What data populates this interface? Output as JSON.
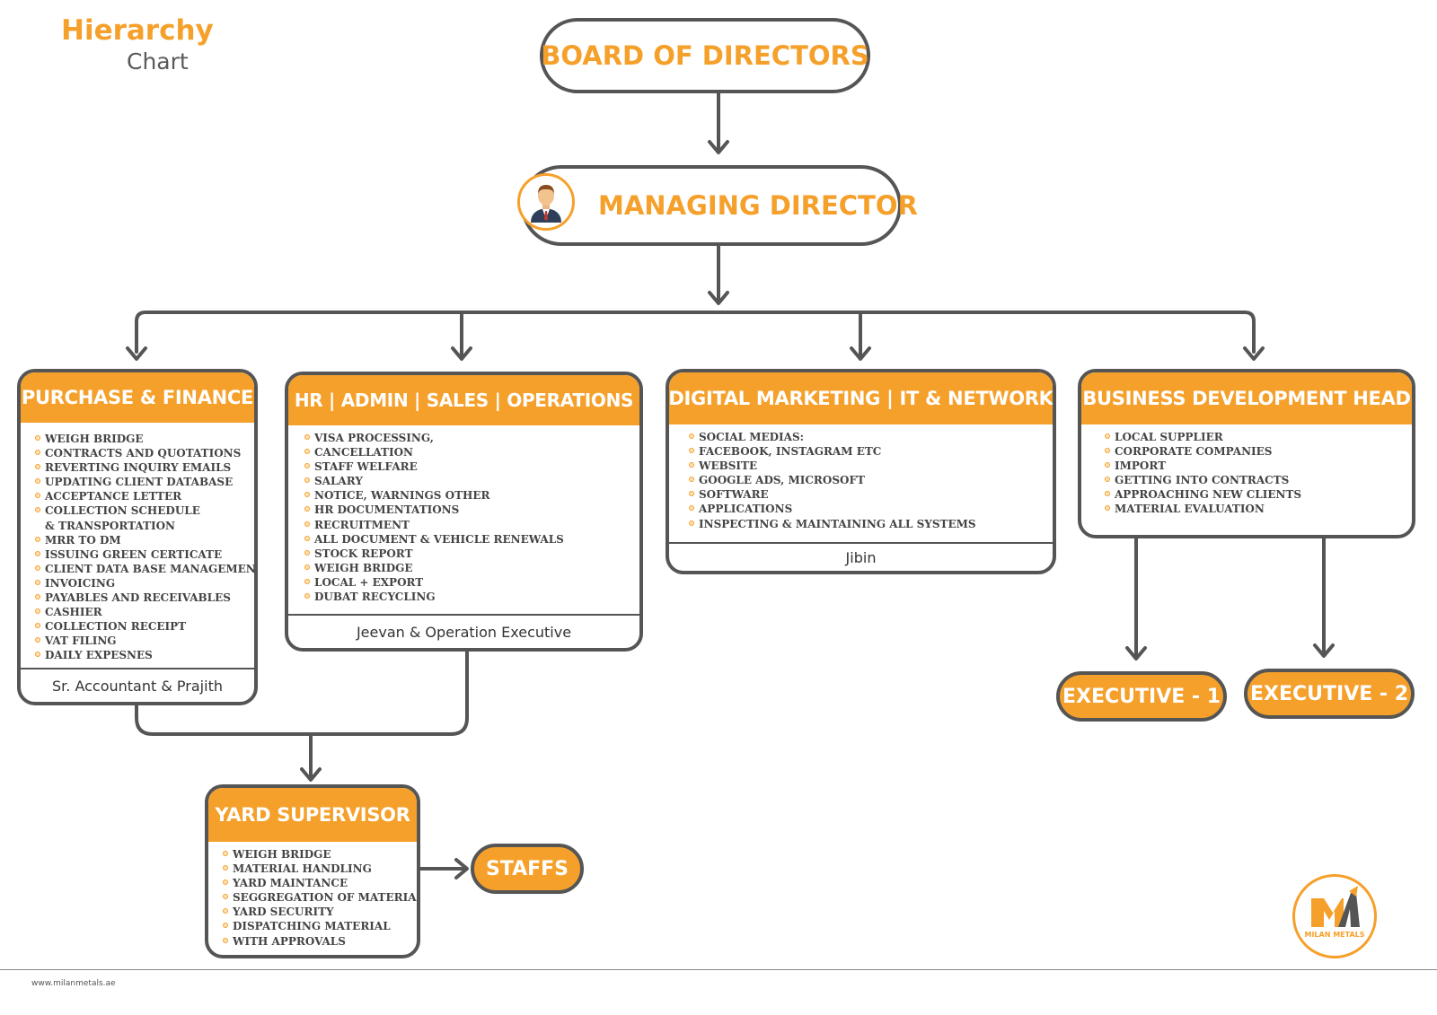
{
  "header": {
    "title": "Hierarchy",
    "subtitle": "Chart"
  },
  "board": {
    "label": "BOARD OF DIRECTORS"
  },
  "managing_director": {
    "label": "MANAGING DIRECTOR",
    "icon": "person-icon"
  },
  "departments": {
    "purchase_finance": {
      "title": "PURCHASE & FINANCE",
      "items": [
        "WEIGH BRIDGE",
        "CONTRACTS AND QUOTATIONS",
        "REVERTING INQUIRY EMAILS",
        "UPDATING CLIENT DATABASE",
        "ACCEPTANCE LETTER",
        "COLLECTION SCHEDULE",
        "& TRANSPORTATION",
        "MRR TO DM",
        "ISSUING GREEN CERTICATE",
        "CLIENT DATA BASE MANAGEMENT",
        "INVOICING",
        "PAYABLES AND RECEIVABLES",
        "CASHIER",
        "COLLECTION RECEIPT",
        "VAT FILING",
        "DAILY EXPESNES"
      ],
      "footer": "Sr. Accountant & Prajith"
    },
    "hr_admin": {
      "title": "HR | ADMIN |  SALES | OPERATIONS",
      "items": [
        "VISA PROCESSING,",
        "CANCELLATION",
        "STAFF WELFARE",
        "SALARY",
        "NOTICE, WARNINGS OTHER",
        "HR DOCUMENTATIONS",
        "RECRUITMENT",
        "ALL DOCUMENT & VEHICLE RENEWALS",
        "STOCK REPORT",
        "WEIGH BRIDGE",
        "LOCAL + EXPORT",
        "DUBAT RECYCLING"
      ],
      "footer": "Jeevan & Operation Executive"
    },
    "digital": {
      "title": "DIGITAL MARKETING | IT & NETWORK",
      "items": [
        "SOCIAL MEDIAS:",
        "FACEBOOK, INSTAGRAM ETC",
        "WEBSITE",
        "GOOGLE ADS, MICROSOFT",
        "SOFTWARE",
        "APPLICATIONS",
        "INSPECTING & MAINTAINING ALL SYSTEMS"
      ],
      "footer": "Jibin"
    },
    "business": {
      "title": "BUSINESS DEVELOPMENT HEAD",
      "items": [
        "LOCAL SUPPLIER",
        "CORPORATE COMPANIES",
        "IMPORT",
        "GETTING INTO CONTRACTS",
        "APPROACHING NEW CLIENTS",
        "MATERIAL EVALUATION"
      ]
    }
  },
  "executives": [
    "EXECUTIVE - 1",
    "EXECUTIVE - 2"
  ],
  "yard": {
    "title": "YARD SUPERVISOR",
    "items": [
      "WEIGH BRIDGE",
      "MATERIAL HANDLING",
      "YARD MAINTANCE",
      "SEGGREGATION OF MATERIALS",
      "YARD SECURITY",
      "DISPATCHING MATERIAL",
      "WITH APPROVALS"
    ]
  },
  "staffs": {
    "label": "STAFFS"
  },
  "logo": {
    "text": "MILAN METALS",
    "icon": "milan-metals-logo"
  },
  "footer": {
    "url": "www.milanmetals.ae"
  },
  "colors": {
    "accent": "#f5a02b",
    "border": "#555555",
    "text": "#444444"
  }
}
